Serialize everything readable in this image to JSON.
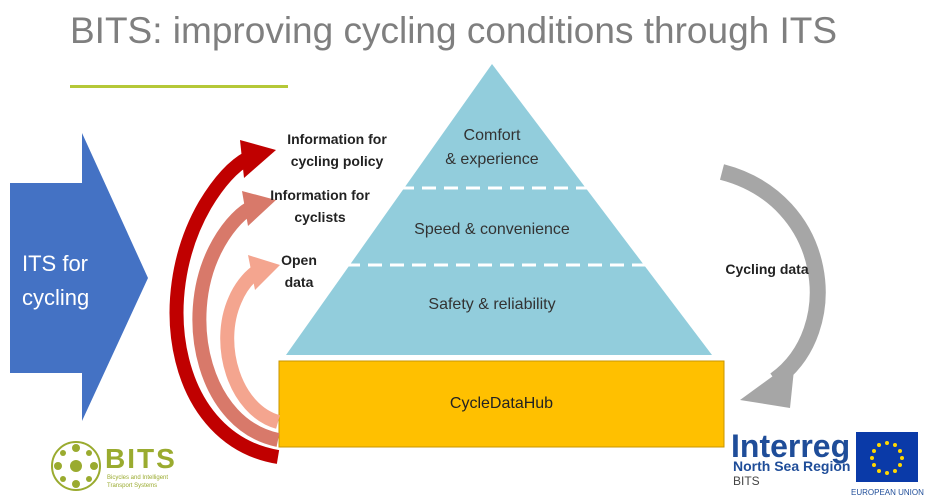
{
  "title": "BITS: improving cycling conditions through ITS",
  "left_arrow": {
    "label": "ITS for\ncycling"
  },
  "pyramid": {
    "tiers": [
      {
        "label": "Comfort\n& experience"
      },
      {
        "label": "Speed & convenience"
      },
      {
        "label": "Safety & reliability"
      }
    ]
  },
  "hub": {
    "label": "CycleDataHub"
  },
  "feedback_arrows": [
    {
      "label": "Information for\ncycling policy",
      "color": "#c00000"
    },
    {
      "label": "Information for\ncyclists",
      "color": "#d8796a"
    },
    {
      "label": "Open\ndata",
      "color": "#f4a58f"
    }
  ],
  "right_arrow": {
    "label": "Cycling data",
    "color": "#a6a6a6"
  },
  "colors": {
    "pyramid": "#92cddc",
    "hub": "#ffc000",
    "left_arrow": "#4472c4",
    "accent_rule": "#b5c838"
  },
  "logos": {
    "bits": {
      "name": "BITS",
      "subtitle": "Bicycles and Intelligent\nTransport Systems"
    },
    "interreg": {
      "name": "Interreg",
      "region": "North Sea Region",
      "project": "BITS",
      "eu": "EUROPEAN UNION"
    }
  }
}
